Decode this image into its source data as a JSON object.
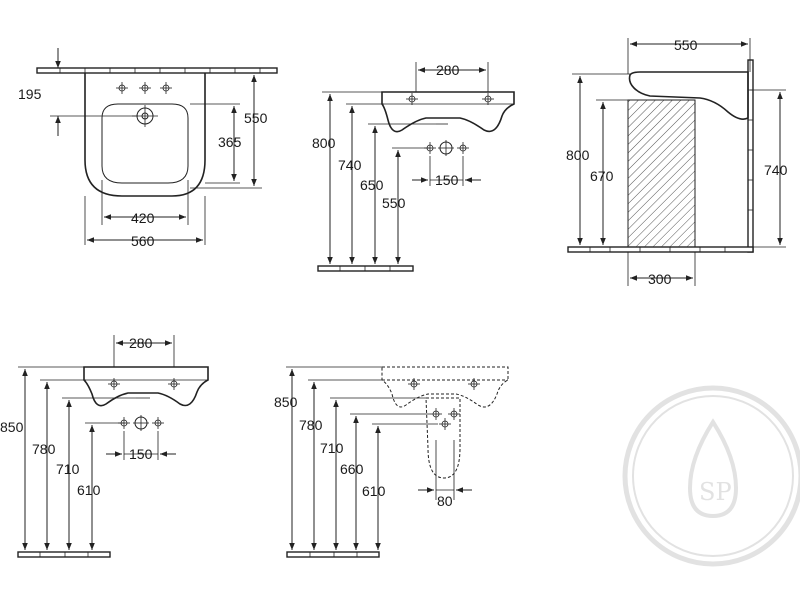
{
  "views": {
    "top_view": {
      "dim_tap_offset": "195",
      "dim_depth": "550",
      "dim_bowl_depth": "365",
      "dim_bowl_width": "420",
      "dim_overall_width": "560"
    },
    "side_view_800": {
      "dim_tap_width": "280",
      "dim_height_rim": "800",
      "dim_height_underside": "740",
      "dim_height_waste": "650",
      "dim_height_supply": "550",
      "dim_supply_spacing": "150"
    },
    "section_view": {
      "dim_depth": "550",
      "dim_height_rim": "800",
      "dim_height_inner": "670",
      "dim_height_right": "740",
      "dim_pedestal_depth": "300"
    },
    "side_view_850": {
      "dim_tap_width": "280",
      "dim_height_rim": "850",
      "dim_height_underside": "780",
      "dim_height_waste": "710",
      "dim_height_supply": "610",
      "dim_supply_spacing": "150"
    },
    "pedestal_view_850": {
      "dim_height_rim": "850",
      "dim_height_underside": "780",
      "dim_height_waste": "710",
      "dim_height_trap": "660",
      "dim_height_supply": "610",
      "dim_trap_width": "80"
    }
  },
  "watermark": {
    "monogram": "SP",
    "color": "#e2e2e2"
  }
}
